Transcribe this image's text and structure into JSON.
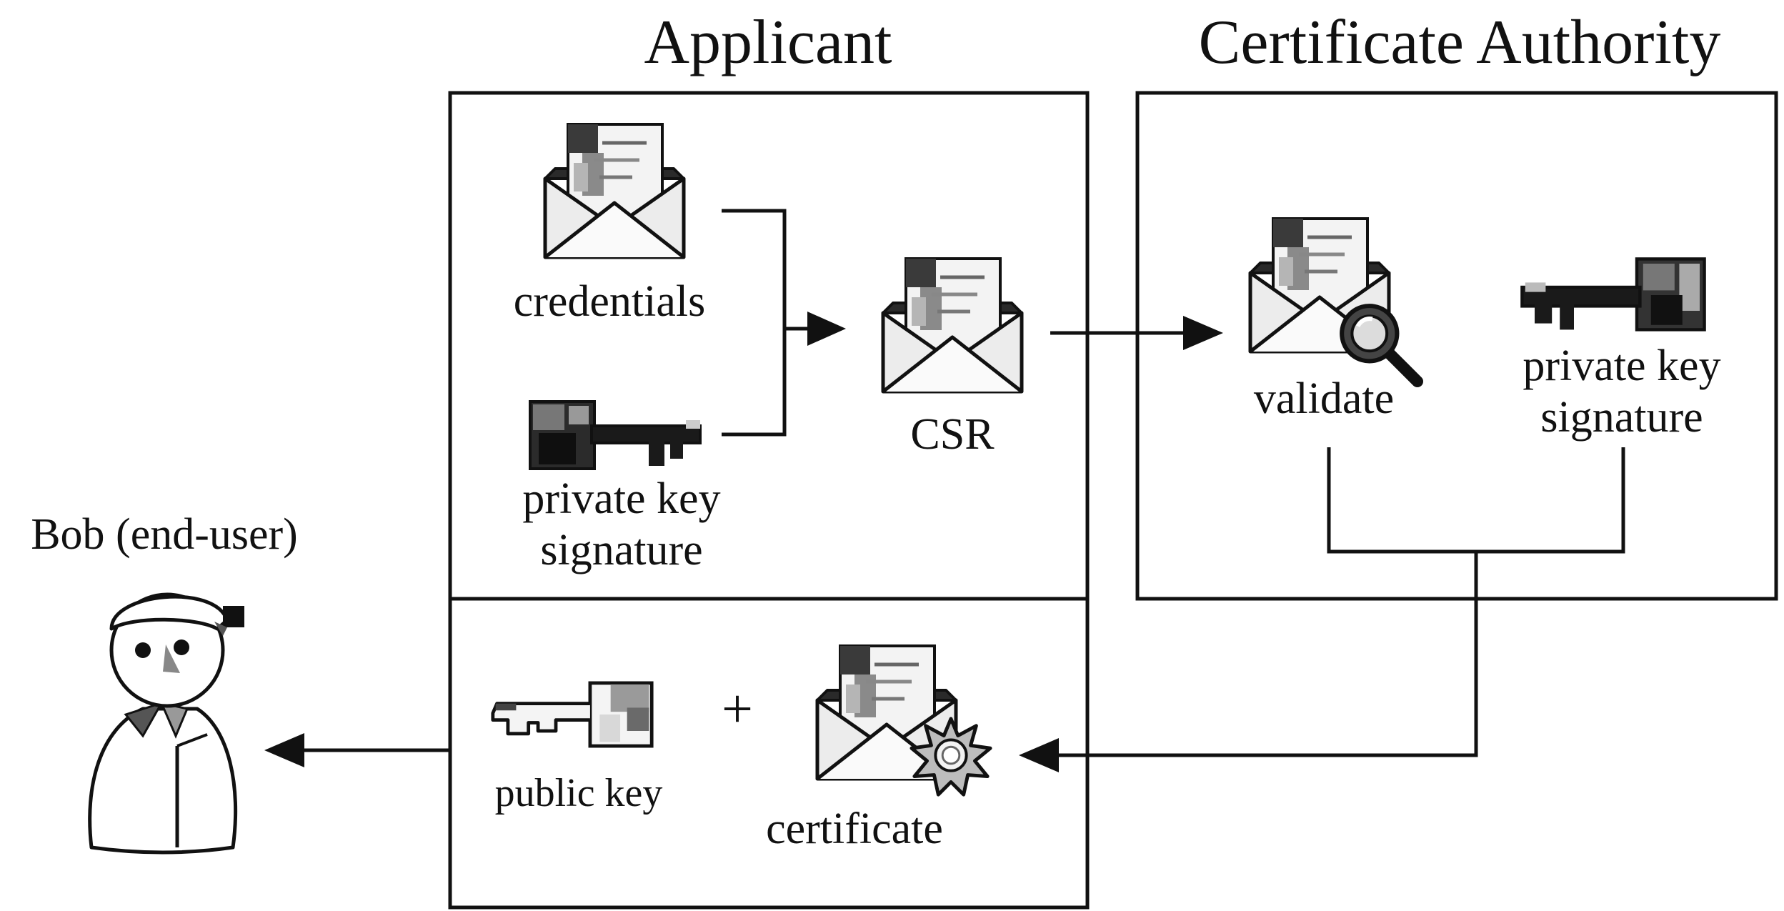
{
  "headings": {
    "applicant": "Applicant",
    "certificate_authority": "Certificate Authority"
  },
  "applicant": {
    "credentials_label": "credentials",
    "private_key_line1": "private key",
    "private_key_line2": "signature",
    "csr_label": "CSR"
  },
  "ca": {
    "validate_label": "validate",
    "private_key_line1": "private key",
    "private_key_line2": "signature"
  },
  "issued": {
    "public_key_label": "public key",
    "plus_sign": "+",
    "certificate_label": "certificate"
  },
  "end_user": {
    "label": "Bob (end-user)"
  },
  "icons": {
    "credentials": "envelope-letter-icon",
    "applicant_key": "private-key-icon",
    "csr": "envelope-letter-icon",
    "validate_envelope": "envelope-letter-icon",
    "validate_magnifier": "magnifier-icon",
    "ca_key": "private-key-icon",
    "public_key": "public-key-icon",
    "certificate_envelope": "envelope-letter-icon",
    "certificate_seal": "seal-icon",
    "end_user": "person-icon"
  },
  "colors": {
    "ink": "#111111",
    "paper": "#f4f4f4",
    "dark_key": "#1a1a1a",
    "light_key": "#f2f2f2"
  }
}
